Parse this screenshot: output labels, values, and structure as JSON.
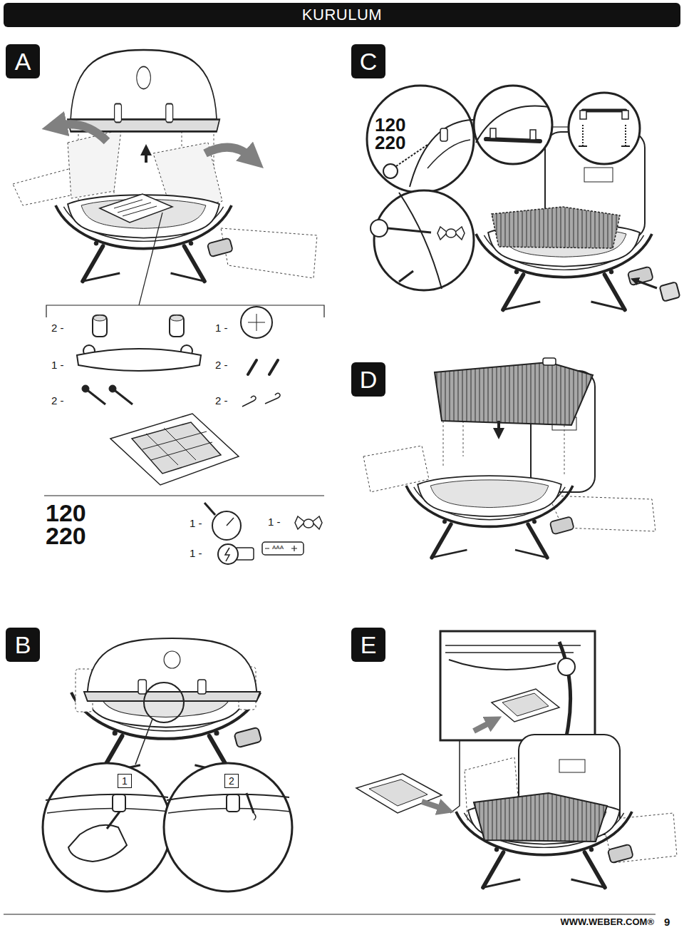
{
  "diagram": {
    "title": "KURULUM",
    "nodes": [
      {
        "text": [
          "A"
        ]
      },
      {
        "text": [
          "C"
        ]
      },
      {
        "text": [
          "D"
        ]
      },
      {
        "text": [
          "B"
        ]
      },
      {
        "text": [
          "1"
        ]
      },
      {
        "text": [
          "2"
        ]
      },
      {
        "text": [
          "E"
        ]
      }
    ],
    "labels": [
      "2 -",
      "1 -",
      "1 -",
      "2 -",
      "2 -",
      "2 -",
      "120 220",
      "1 -",
      "1 -",
      "1 -",
      "AAA",
      "120 220",
      "WWW.WEBER.COM®",
      "9"
    ]
  }
}
